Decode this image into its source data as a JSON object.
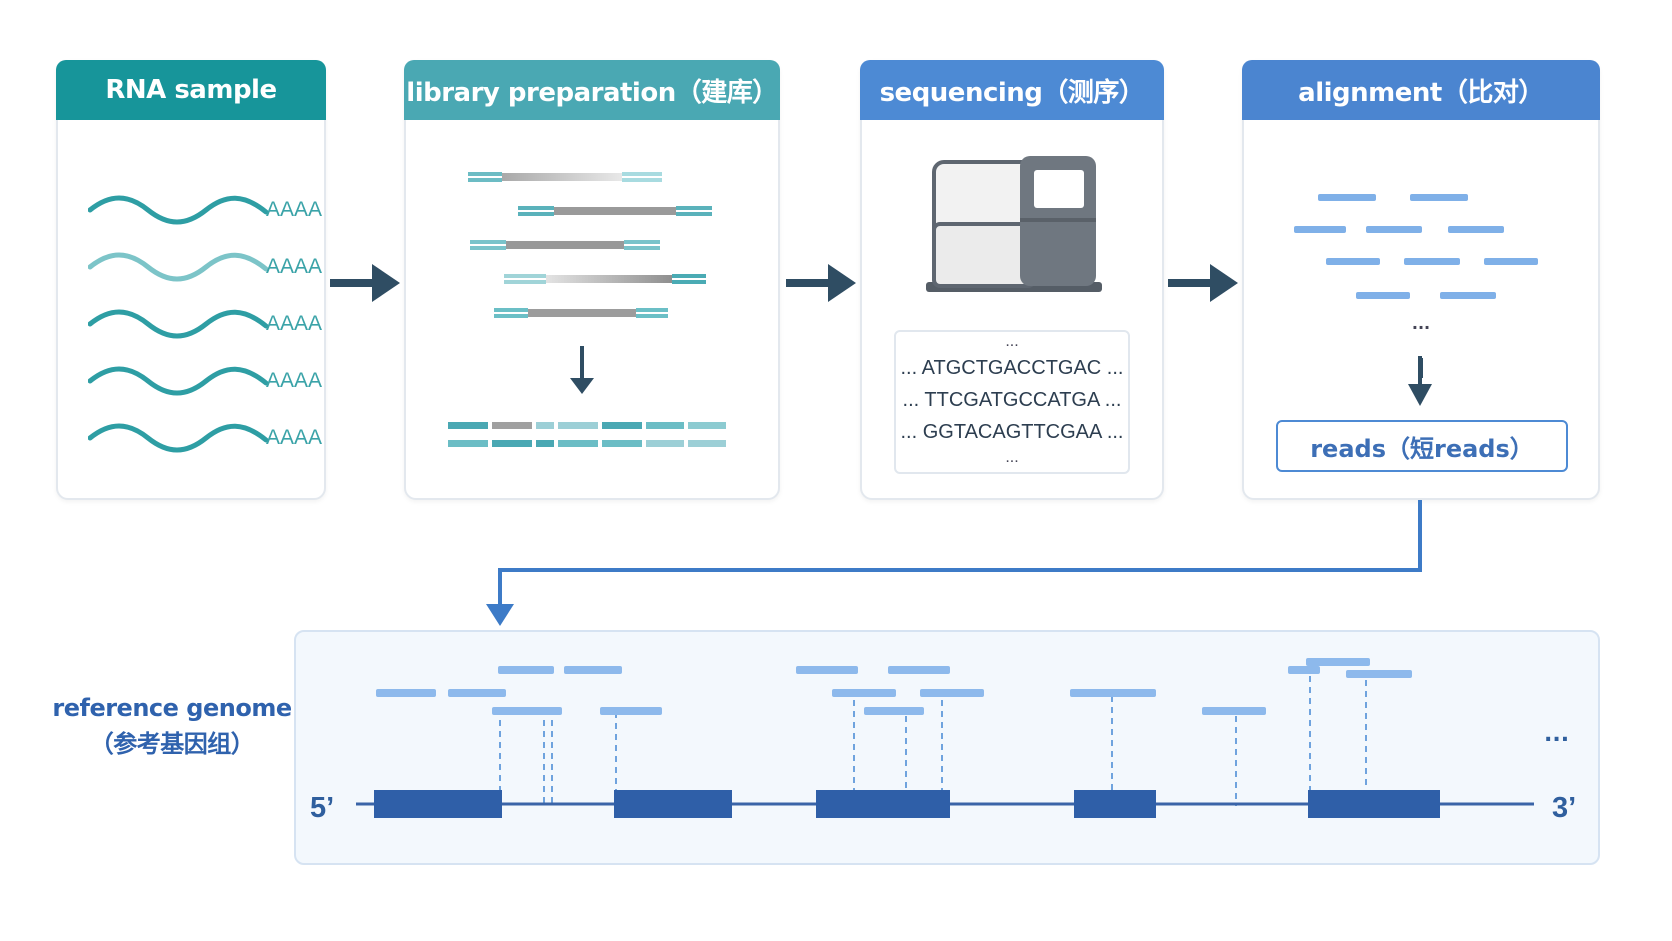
{
  "steps": [
    {
      "title": "RNA sample"
    },
    {
      "title": "library preparation（建库）"
    },
    {
      "title": "sequencing（测序）"
    },
    {
      "title": "alignment（比对）"
    }
  ],
  "rna_sample": {
    "tail_labels": [
      "AAAA",
      "AAAA",
      "AAAA",
      "AAAA",
      "AAAA"
    ]
  },
  "sequencing": {
    "ellipsis_top": "...",
    "reads": [
      "... ATGCTGACCTGAC ...",
      "... TTCGATGCCATGA ...",
      "... GGTACAGTTCGAA ..."
    ],
    "ellipsis_bottom": "..."
  },
  "alignment": {
    "ellipsis": "...",
    "reads_label": "reads（短reads）"
  },
  "reference": {
    "label_line1": "reference genome",
    "label_line2": "（参考基因组）",
    "five_prime": "5’",
    "three_prime": "3’",
    "ellipsis": "..."
  },
  "colors": {
    "teal": "#17959a",
    "light_teal": "#4aa8b3",
    "blue": "#4d8ad4",
    "exon_blue": "#2f5fa8",
    "arrow_dark": "#2f4d63"
  }
}
